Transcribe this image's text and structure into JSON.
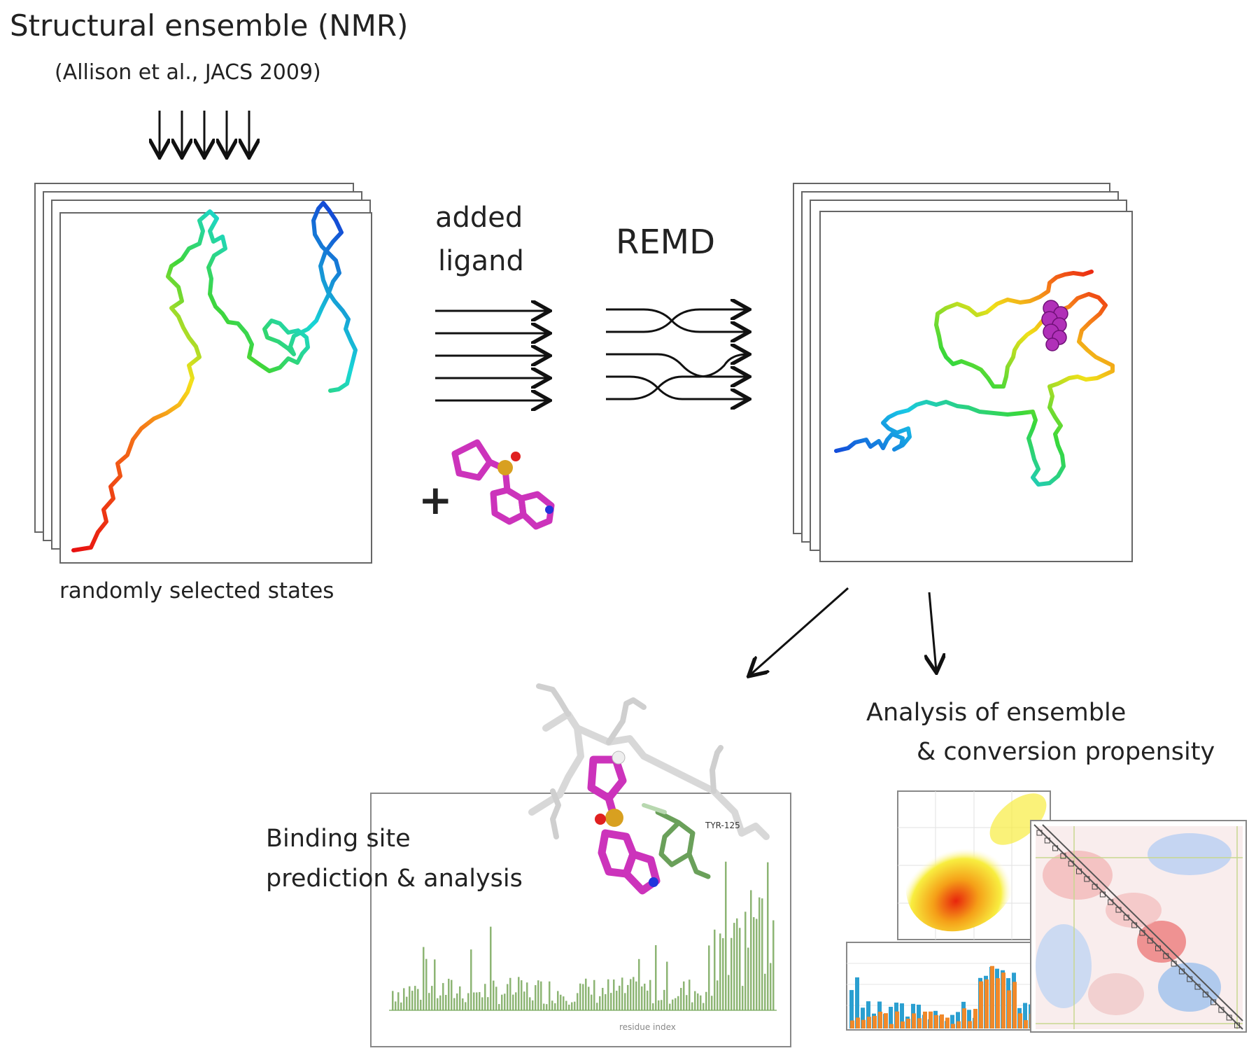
{
  "title": "Structural ensemble (NMR)",
  "citation": "(Allison et al., JACS 2009)",
  "left_caption": "randomly selected states",
  "added_ligand": [
    "added",
    "ligand"
  ],
  "plus": "+",
  "remd": "REMD",
  "binding_label": [
    "Binding site",
    "prediction  & analysis"
  ],
  "analysis_label": [
    "Analysis of ensemble",
    "& conversion propensity"
  ],
  "residue_axis": "residue index",
  "residue_tag": "TYR-125",
  "colors": {
    "ligand": "#cc33bb",
    "bars_green": "#6a9a4e",
    "hist_blue": "#2b9fd0",
    "hist_orange": "#f0892a"
  }
}
